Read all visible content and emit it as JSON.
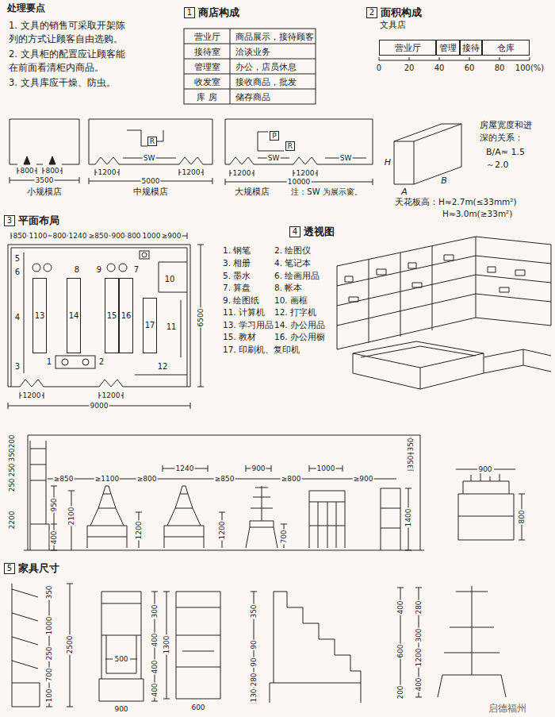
{
  "diagram": {
    "nodes": [
      {
        "text": [
          "1",
          "商店构成"
        ]
      },
      {
        "text": [
          "2",
          "面积构成"
        ]
      },
      {
        "text": [
          "营业厅"
        ]
      },
      {
        "text": [
          "管理"
        ]
      },
      {
        "text": [
          "接待"
        ]
      },
      {
        "text": [
          "仓库"
        ]
      },
      {
        "text": [
          "R"
        ]
      },
      {
        "text": [
          "P"
        ]
      },
      {
        "text": [
          "R"
        ]
      },
      {
        "text": [
          "3",
          "平面布局"
        ]
      },
      {
        "text": [
          "13"
        ]
      },
      {
        "text": [
          "14"
        ]
      },
      {
        "text": [
          "15"
        ]
      },
      {
        "text": [
          "16"
        ]
      },
      {
        "text": [
          "17"
        ]
      },
      {
        "text": [
          "4",
          "透视图"
        ]
      },
      {
        "text": [
          "5",
          "家具尺寸"
        ]
      }
    ],
    "labels": [
      "处理要点",
      "1. 文具的销售可采取开架陈列的方式让顾客自由选购。",
      "2. 文具柜的配置应让顾客能在前面看清柜内商品。",
      "3. 文具库应干燥、防虫。",
      "营业厅",
      "商品展示，接待顾客",
      "接待室",
      "洽谈业务",
      "管理室",
      "办公，店员休息",
      "收发室",
      "接收商品，批发",
      "库 房",
      "储存商品",
      "文具店",
      "0",
      "20",
      "40",
      "60",
      "80",
      "100(%)",
      "800",
      "800",
      "3500",
      "小规模店",
      "SW",
      "1200",
      "1200",
      "5000",
      "中规模店",
      "SW",
      "SW",
      "1200",
      "1200",
      "10000",
      "大规模店",
      "注：SW 为展示窗。",
      "H",
      "B",
      "A",
      "房屋宽度和进深的关系：",
      "B/A≈ 1.5～2.0",
      "天花板高：H≈2.7m(≤33mm²)",
      "H≈3.0m(≥33m²)",
      "850",
      "1100",
      "800",
      "1240",
      "≥850",
      "900",
      "800",
      "1000",
      "≥900",
      "5",
      "6",
      "8",
      "9",
      "7",
      "10",
      "4",
      "11",
      "3",
      "1",
      "2",
      "12",
      "1200",
      "1200",
      "9000",
      "6500",
      "1. 钢笔",
      "2. 绘图仪",
      "3. 相册",
      "4. 笔记本",
      "5. 墨水",
      "6. 绘画用品",
      "7. 算盘",
      "8. 帐本",
      "9. 绘图纸",
      "10. 画框",
      "11. 计算机",
      "12. 打字机",
      "13. 学习用品",
      "14. 办公用品",
      "15. 教材",
      "16. 办公用橱",
      "17. 印刷机、复印机",
      "200",
      "350",
      "250",
      "250",
      "2200",
      "950",
      "400",
      "2100",
      "≥850",
      "≥1100",
      "≥800",
      "1240",
      "≥850",
      "900",
      "≥800",
      "1000",
      "≥900",
      "1200",
      "1200",
      "700",
      "1400",
      "350",
      "350",
      "900",
      "800",
      "350",
      "1000",
      "250",
      "700",
      "100",
      "2500",
      "300",
      "400",
      "400",
      "400",
      "500",
      "900",
      "1300",
      "600",
      "350",
      "90",
      "90",
      "280",
      "130",
      "400",
      "600",
      "200",
      "280",
      "300",
      "1200",
      "400",
      "启德福州"
    ]
  }
}
